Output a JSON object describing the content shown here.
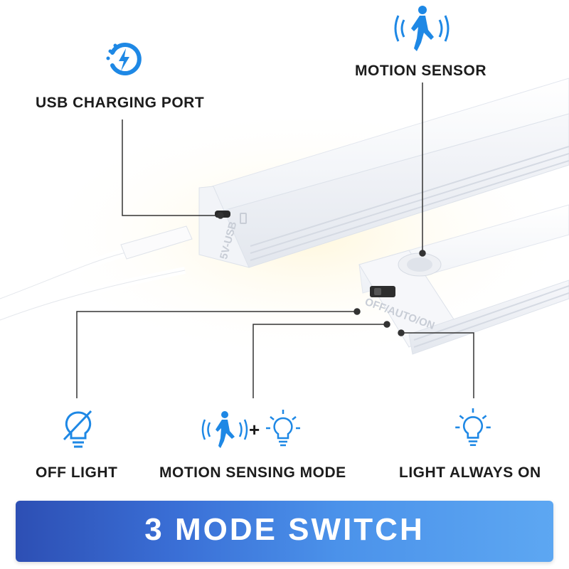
{
  "colors": {
    "icon_blue": "#1e88e5",
    "banner_start": "#2d4fb4",
    "banner_end": "#5da7f2",
    "label_text": "#1c1c1c",
    "banner_text": "#ffffff"
  },
  "icons": {
    "usb": "charging-bolt-icon",
    "sensor": "walking-person-icon",
    "off": "bulb-off-icon",
    "motion": "walking-person-icon",
    "bulb": "bulb-on-icon"
  },
  "callouts": {
    "usb_port": "USB CHARGING PORT",
    "motion_sensor": "MOTION SENSOR"
  },
  "product": {
    "port_marking": "5V-USB",
    "switch_marking": "OFF/AUTO/ON"
  },
  "modes": {
    "off": "OFF LIGHT",
    "motion": "MOTION SENSING MODE",
    "on": "LIGHT ALWAYS ON",
    "plus": "+"
  },
  "banner": {
    "title": "3 MODE SWITCH"
  }
}
